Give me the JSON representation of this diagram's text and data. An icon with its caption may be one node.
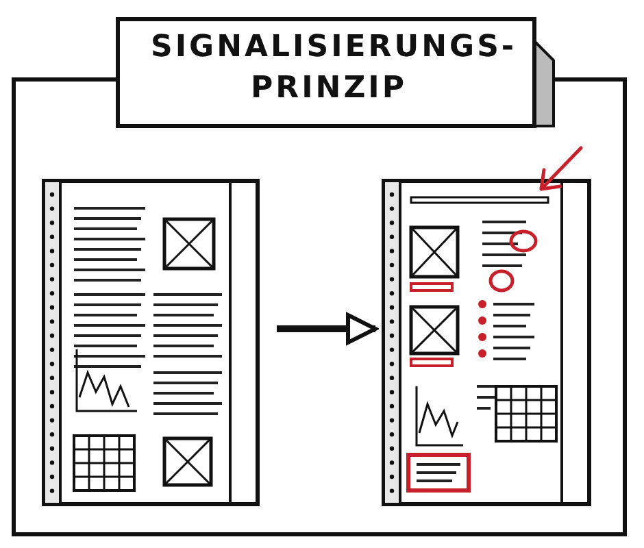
{
  "diagram": {
    "title": "SIGNALISIERUNGS- PRINZIP",
    "nodes": [
      {
        "text": [],
        "shape": "picture"
      },
      {
        "text": [],
        "shape": "picture"
      }
    ],
    "edges": [
      {
        "from": 0,
        "to": 1,
        "arrow": "to"
      }
    ]
  }
}
